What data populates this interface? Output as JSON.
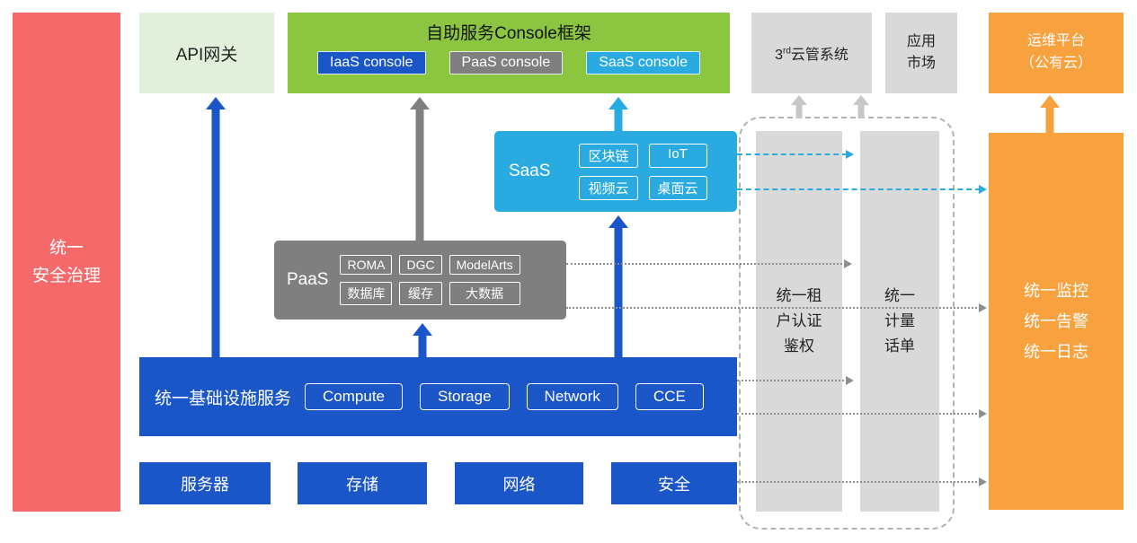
{
  "colors": {
    "red": "#F5696B",
    "light_green": "#E2F0DB",
    "green": "#8CC540",
    "blue": "#1A56C8",
    "gray": "#7F7F7F",
    "light_gray": "#D9D9D9",
    "cyan": "#29ABE2",
    "orange": "#F8A13F"
  },
  "security": {
    "label": "统一\n安全治理"
  },
  "api_gateway": {
    "label": "API网关"
  },
  "console_frame": {
    "title": "自助服务Console框架",
    "consoles": [
      {
        "label": "IaaS console",
        "color": "#1A56C8"
      },
      {
        "label": "PaaS console",
        "color": "#7F7F7F"
      },
      {
        "label": "SaaS console",
        "color": "#29ABE2"
      }
    ]
  },
  "third_party": {
    "num": "3",
    "sup": "rd",
    "text": "云管系统"
  },
  "app_market": {
    "label": "应用\n市场"
  },
  "om_platform": {
    "label": "运维平台\n（公有云）"
  },
  "saas": {
    "label": "SaaS",
    "chips": [
      "区块链",
      "IoT",
      "视频云",
      "桌面云"
    ]
  },
  "paas": {
    "label": "PaaS",
    "chips": [
      "ROMA",
      "DGC",
      "ModelArts",
      "数据库",
      "缓存",
      "大数据"
    ]
  },
  "infra": {
    "label": "统一基础设施服务",
    "chips": [
      "Compute",
      "Storage",
      "Network",
      "CCE"
    ]
  },
  "bottom": {
    "items": [
      "服务器",
      "存储",
      "网络",
      "安全"
    ]
  },
  "auth_bar": {
    "label": "统一租\n户认证\n鉴权"
  },
  "billing_bar": {
    "label": "统一\n计量\n话单"
  },
  "monitor_bar": {
    "label": "统一监控\n统一告警\n统一日志"
  }
}
